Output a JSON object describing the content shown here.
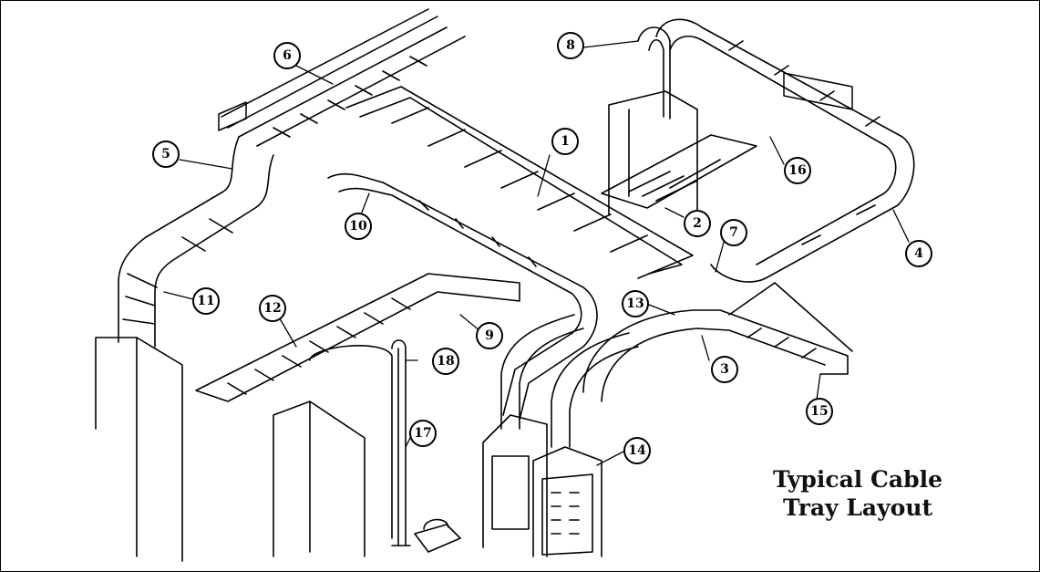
{
  "figure": {
    "caption_line1": "Typical Cable",
    "caption_line2": "Tray Layout"
  },
  "callouts": [
    "1",
    "2",
    "3",
    "4",
    "5",
    "6",
    "7",
    "8",
    "9",
    "10",
    "11",
    "12",
    "13",
    "14",
    "15",
    "16",
    "17",
    "18"
  ],
  "colors": {
    "ink": "#000000",
    "paper": "#ffffff"
  }
}
